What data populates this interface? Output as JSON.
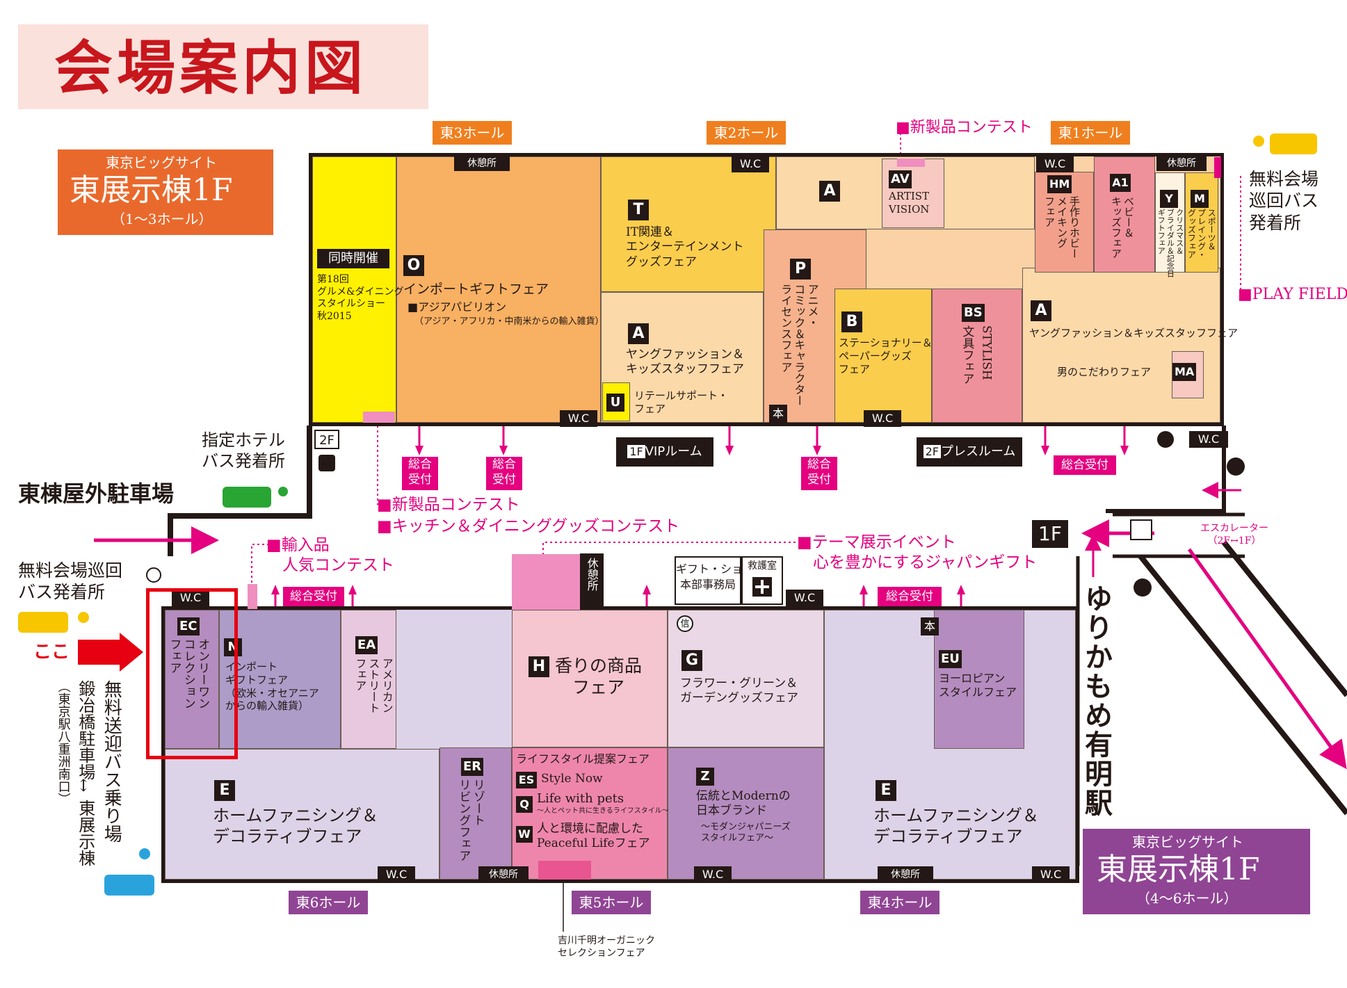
{
  "title": "会場案内図",
  "colors": {
    "title": "#c8161d",
    "title_bg": "#fbe1dc",
    "magenta": "#e4007f",
    "orange": "#ef7f1e",
    "purple": "#904594"
  },
  "building_east13": {
    "sub": "東京ビッグサイト",
    "main": "東展示棟1F",
    "halls": "（1〜3ホール）"
  },
  "building_east46": {
    "sub": "東京ビッグサイト",
    "main": "東展示棟1F",
    "halls": "（4〜6ホール）"
  },
  "hall_labels": {
    "h3": "東3ホール",
    "h2": "東2ホール",
    "h1": "東1ホール",
    "h6": "東6ホール",
    "h5": "東5ホール",
    "h4": "東4ホール"
  },
  "facilities": {
    "wc": "W.C",
    "rest": "休憩所",
    "rest_v": "休憩所",
    "floor2": "2F",
    "floor1": "1F",
    "vip_badge": "1F",
    "vip": "VIPルーム",
    "press_badge": "2F",
    "press": "プレスルーム",
    "hq": "ギフト・ショー\n本部事務局",
    "first_aid": "救護室",
    "reception": "総合受付",
    "reception_v": "総合\n受付",
    "book_icon": "本",
    "info_icon": "信"
  },
  "top_zones": {
    "doji": {
      "badge": "同時開催",
      "text": "第18回\nグルメ&ダイニング\nスタイルショー\n秋2015"
    },
    "O": {
      "badge": "O",
      "name": "インポートギフトフェア",
      "sub": "■アジアパビリオン",
      "sub2": "（アジア・アフリカ・中南米からの輸入雑貨）"
    },
    "T": {
      "badge": "T",
      "name": "IT関連＆\nエンターテインメント\nグッズフェア"
    },
    "A1": {
      "badge": "A",
      "name": "ヤングファッション＆\nキッズスタッフフェア"
    },
    "U": {
      "badge": "U",
      "name": "リテールサポート・\nフェア"
    },
    "A2": {
      "badge": "A"
    },
    "AV": {
      "badge": "AV",
      "name": "ARTIST\nVISION"
    },
    "P": {
      "badge": "P",
      "name": "アニメ・\nコミック＆キャラクター\nライセンスフェア"
    },
    "B": {
      "badge": "B",
      "name": "ステーショナリー＆\nペーパーグッズ\nフェア"
    },
    "BS": {
      "badge": "BS",
      "name": "文具フェア",
      "name2": "STYLISH"
    },
    "A3": {
      "badge": "A",
      "name": "ヤングファッション＆キッズスタッフフェア"
    },
    "MA": {
      "badge": "MA",
      "name": "男のこだわりフェア"
    },
    "HM": {
      "badge": "HM",
      "name": "手作りホビー\nメイキング\nフェア"
    },
    "A1k": {
      "badge": "A1",
      "name": "ベビー＆\nキッズフェア"
    },
    "Y": {
      "badge": "Y",
      "name": "クリスマス＆\nブライダル＆記念日\nギフトフェア"
    },
    "M": {
      "badge": "M",
      "name": "スポーツ＆\nプレイング・\nグッズフェア"
    }
  },
  "bottom_zones": {
    "EC": {
      "badge": "EC",
      "name": "オンリーワン\nコレクション\nフェア"
    },
    "N": {
      "badge": "N",
      "name": "インポート\nギフトフェア\n（欧米・オセアニア\nからの輸入雑貨）"
    },
    "EA": {
      "badge": "EA",
      "name": "アメリカン\nストリート\nフェア"
    },
    "H": {
      "badge": "H",
      "name": "香りの商品\nフェア"
    },
    "G": {
      "badge": "G",
      "name": "フラワー・グリーン＆\nガーデングッズフェア"
    },
    "EU": {
      "badge": "EU",
      "name": "ヨーロピアン\nスタイルフェア"
    },
    "E1": {
      "badge": "E",
      "name": "ホームファニシング＆\nデコラティブフェア"
    },
    "E2": {
      "badge": "E",
      "name": "ホームファニシング＆\nデコラティブフェア"
    },
    "ER": {
      "badge": "ER",
      "name": "リゾート\nリビングフェア"
    },
    "lifestyle": {
      "title": "ライフスタイル提案フェア",
      "es": "ES",
      "es_name": "Style Now",
      "q": "Q",
      "q_name": "Life with pets",
      "q_sub": "〜人とペット共に生きるライフスタイル〜",
      "w": "W",
      "w_name": "人と環境に配慮した\nPeaceful Lifeフェア"
    },
    "Z": {
      "badge": "Z",
      "name": "伝統とModernの\n日本ブランド",
      "sub": "〜モダンジャパニーズ\nスタイルフェア〜"
    }
  },
  "annotations": {
    "new_product_top": "■新製品コンテスト",
    "new_product": "■新製品コンテスト",
    "kitchen": "■キッチン＆ダイニンググッズコンテスト",
    "import_contest": "■輸入品\n　人気コンテスト",
    "theme_event": "■テーマ展示イベント\n　心を豊かにするジャパンギフト",
    "play_field": "■PLAY FIELD",
    "organic": "吉川千明オーガニック\nセレクションフェア",
    "escalator": "エスカレーター\n（2F↔1F）"
  },
  "outside": {
    "hotel_bus": "指定ホテル\nバス発着所",
    "parking": "東棟屋外駐車場",
    "free_bus_top": "無料会場\n巡回バス\n発着所",
    "free_bus_left": "無料会場巡回\nバス発着所",
    "here": "ここ",
    "shuttle": "無料送迎バス乗り場",
    "kajibashi": "鍛冶橋駐車場",
    "tokyo_station": "（東京駅八重洲南口）",
    "arrow_between": "↕",
    "east_bldg": "東展示棟",
    "station": "ゆりかもめ有明駅"
  }
}
